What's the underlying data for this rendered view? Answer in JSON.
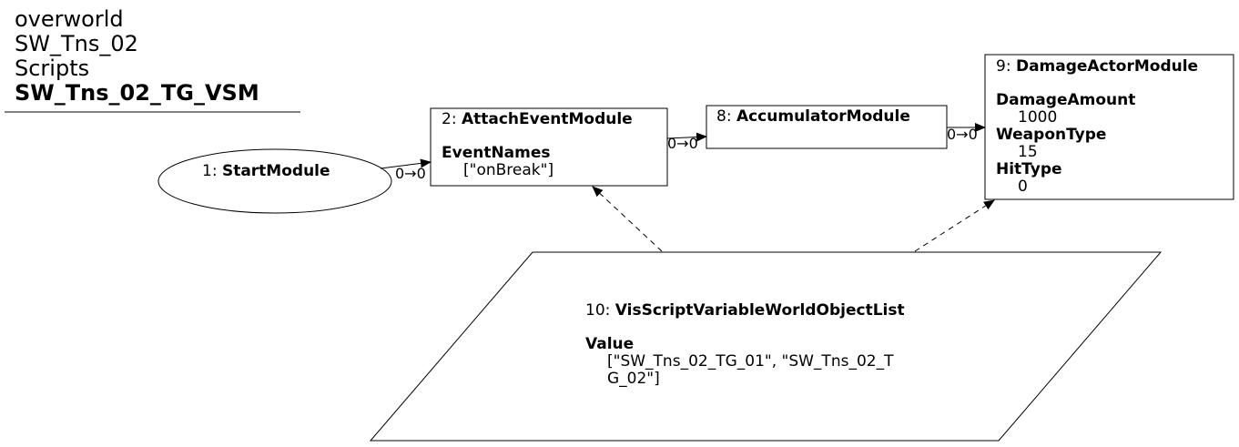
{
  "header": {
    "line1": "overworld",
    "line2": "SW_Tns_02",
    "line3": "Scripts",
    "title": "SW_Tns_02_TG_VSM"
  },
  "nodes": {
    "n1": {
      "id": "1:",
      "name": "StartModule"
    },
    "n2": {
      "id": "2:",
      "name": "AttachEventModule",
      "prop1_name": "EventNames",
      "prop1_value": "[\"onBreak\"]"
    },
    "n8": {
      "id": "8:",
      "name": "AccumulatorModule"
    },
    "n9": {
      "id": "9:",
      "name": "DamageActorModule",
      "prop1_name": "DamageAmount",
      "prop1_value": "1000",
      "prop2_name": "WeaponType",
      "prop2_value": "15",
      "prop3_name": "HitType",
      "prop3_value": "0"
    },
    "n10": {
      "id": "10:",
      "name": "VisScriptVariableWorldObjectList",
      "prop1_name": "Value",
      "prop1_value_line1": "[\"SW_Tns_02_TG_01\", \"SW_Tns_02_T",
      "prop1_value_line2": "G_02\"]"
    }
  },
  "edges": {
    "e1_2": "0→0",
    "e2_8": "0→0",
    "e8_9": "0→0"
  }
}
